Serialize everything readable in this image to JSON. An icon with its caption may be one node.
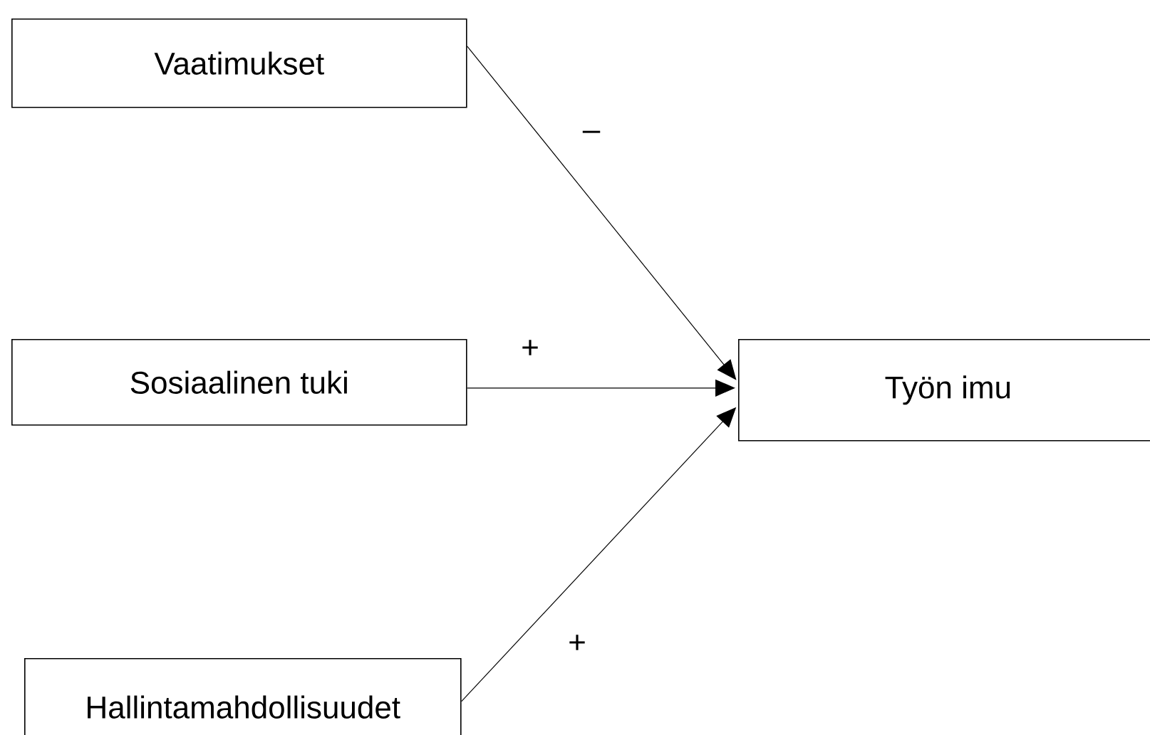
{
  "diagram": {
    "nodes": [
      {
        "text": [
          "Vaatimukset"
        ]
      },
      {
        "text": [
          "Sosiaalinen tuki"
        ]
      },
      {
        "text": [
          "Hallintamahdollisuudet"
        ]
      },
      {
        "text": [
          "Työn imu"
        ]
      }
    ],
    "edges": [
      {
        "from": 0,
        "to": 3,
        "arrow": "to",
        "label": "–"
      },
      {
        "from": 1,
        "to": 3,
        "arrow": "to",
        "label": "+"
      },
      {
        "from": 2,
        "to": 3,
        "arrow": "to",
        "label": "+"
      }
    ]
  }
}
